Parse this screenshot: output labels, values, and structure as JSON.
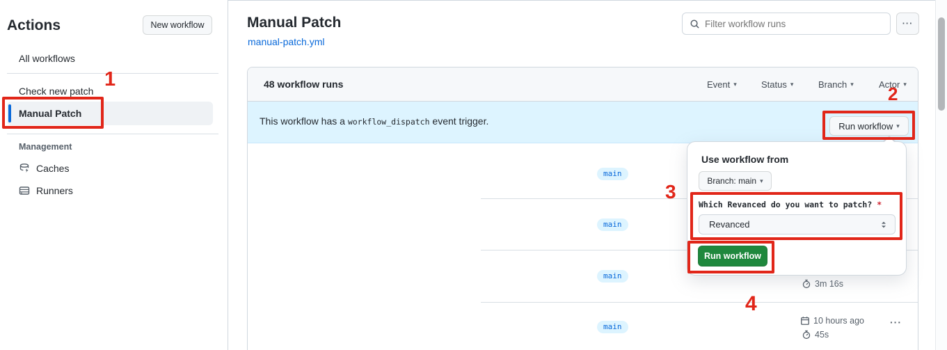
{
  "annotations": {
    "color": "#e12619",
    "step1": "1",
    "step2": "2",
    "step3": "3",
    "step4": "4"
  },
  "icons": {
    "caret_down": "▾",
    "kebab": "···"
  },
  "sidebar": {
    "title": "Actions",
    "new_workflow_button": "New workflow",
    "items": [
      {
        "label": "All workflows"
      },
      {
        "label": "Check new patch"
      },
      {
        "label": "Manual Patch"
      }
    ],
    "management": {
      "label": "Management",
      "items": [
        {
          "label": "Caches"
        },
        {
          "label": "Runners"
        }
      ]
    }
  },
  "main": {
    "title": "Manual Patch",
    "file_link": "manual-patch.yml",
    "search_placeholder": "Filter workflow runs"
  },
  "list": {
    "count_label": "48 workflow runs",
    "filters": [
      {
        "label": "Event"
      },
      {
        "label": "Status"
      },
      {
        "label": "Branch"
      },
      {
        "label": "Actor"
      }
    ],
    "banner": {
      "text_before": "This workflow has a",
      "code": "workflow_dispatch",
      "text_after": "event trigger.",
      "run_button": "Run workflow"
    },
    "rows": [
      {
        "branch": "main"
      },
      {
        "branch": "main"
      },
      {
        "branch": "main",
        "duration": "3m 16s"
      },
      {
        "branch": "main",
        "time": "10 hours ago",
        "duration": "45s"
      }
    ]
  },
  "dropdown": {
    "heading": "Use workflow from",
    "branch_button": "Branch: main",
    "input_label": "Which Revanced do you want to patch?",
    "required_mark": "*",
    "select_value": "Revanced",
    "run_button": "Run workflow"
  }
}
